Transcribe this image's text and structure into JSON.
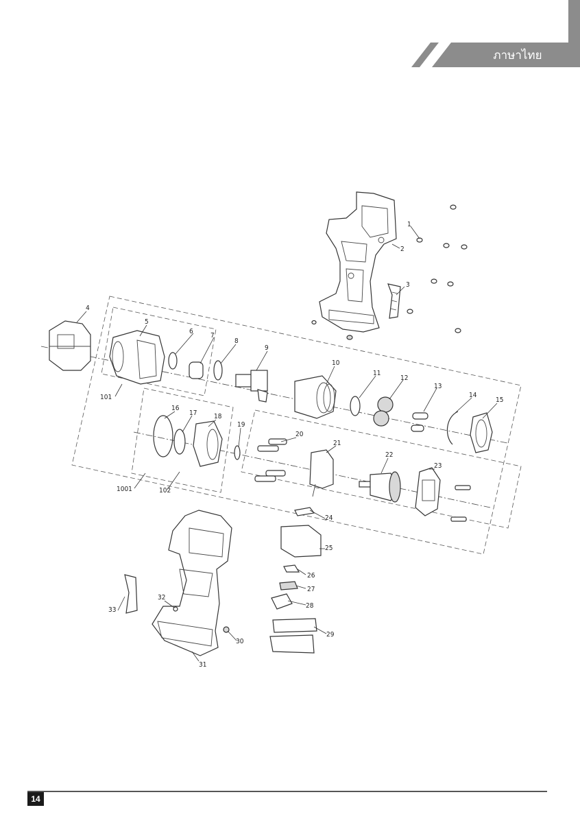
{
  "header": {
    "language_label": "ภาษาไทย"
  },
  "diagram": {
    "callouts": [
      "1",
      "2",
      "3",
      "4",
      "5",
      "6",
      "7",
      "8",
      "9",
      "10",
      "11",
      "12",
      "13",
      "14",
      "15",
      "16",
      "17",
      "18",
      "19",
      "20",
      "21",
      "22",
      "23",
      "24",
      "25",
      "26",
      "27",
      "28",
      "29",
      "30",
      "31",
      "32",
      "33",
      "101",
      "102",
      "1001"
    ]
  },
  "footer": {
    "page_number": "14"
  },
  "colors": {
    "banner_gray": "#8c8c8c",
    "footer_box": "#1a1a1a",
    "line_art": "#333333"
  }
}
